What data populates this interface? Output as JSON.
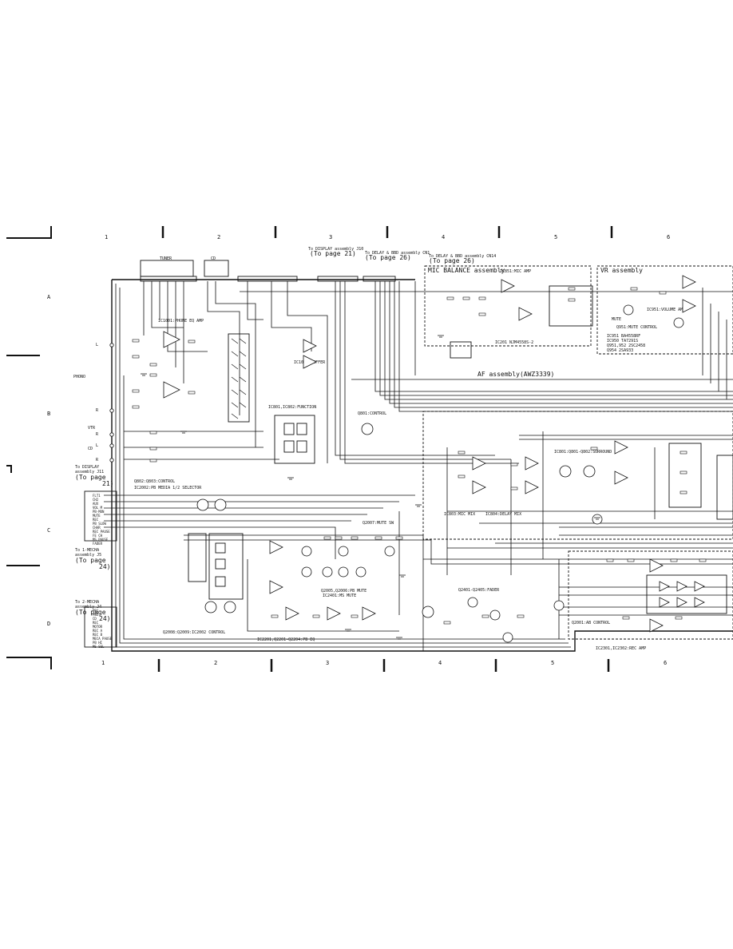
{
  "grid": {
    "columns": [
      "1",
      "2",
      "3",
      "4",
      "5",
      "6"
    ],
    "rows": [
      "A",
      "B",
      "C",
      "D"
    ]
  },
  "off_sheet": {
    "display_j10": [
      "To DISPLAY assembly J10",
      "(To page 21)"
    ],
    "delay_cn1": [
      "To DELAY & BBD assembly CN1",
      "(To page 26)"
    ],
    "delay_cn14": "To DELAY & BBD assembly CN14",
    "delay_page": "(To page 26)",
    "display_left": [
      "To DISPLAY",
      "assembly J11",
      "(To page",
      "21)"
    ],
    "mecha1": [
      "To 1-MECHA",
      "assembly J5",
      "(To page",
      "24)"
    ],
    "mecha2": [
      "To 2-MECHA",
      "assembly J4",
      "(To page",
      "24)"
    ]
  },
  "connectors": {
    "tuner": "TUNER",
    "cd": "CD"
  },
  "inputs": [
    "L",
    "PHONO",
    "R",
    "VTR",
    "R",
    "CD",
    "L",
    "R"
  ],
  "assemblies": {
    "mic_balance": "MIC BALANCE assembly",
    "vr": "VR assembly",
    "af": "AF assembly(AWZ3339)"
  },
  "blocks": {
    "ic1": "IC1001:PHONE EQ AMP",
    "buffer": "IC1003:BUFFER",
    "function": "IC801,IC802:FUNCTION",
    "control": "Q801:CONTROL",
    "mic_amp": "IC851:MIC AMP",
    "ic201": "IC201 NJM4558S-2",
    "volume": "IC951:VOLUME AMP",
    "mute_ctrl": "Q951:MUTE CONTROL",
    "ic_list": [
      "IC951    BA4558RF",
      "IC950    TA7291S",
      "Q951,952 2SC2458",
      "Q954     2SA933"
    ],
    "mute": "MUTE",
    "surround": "IC801:Q801-Q802:SURROUND",
    "q802": "Q802:Q803:CONTROL",
    "selector": "IC2002:PB MEDIA 1/2 SELECTOR",
    "mic_mix": "IC803:MIC MIX",
    "delay_mix": "IC804:DELAY MIX",
    "mute_sw": "Q2007:MUTE SW",
    "pb_mute": "Q2005,Q2006:PB MUTE",
    "rec_mute": "IC2401:MS MUTE",
    "fader": "Q2401-Q2405:FADER",
    "ic2002_ctrl": "Q2008:Q2009:IC2002 CONTROL",
    "eq": "IC2201,Q2201-Q2204:PB EQ",
    "ab_ctrl": "Q2001:AB CONTROL",
    "rec_amp": "IC2301,IC2302:REC AMP"
  },
  "bus_pins": [
    "FLT1",
    "CH2",
    "AUX",
    "VOL M",
    "PB-MON",
    "MUTE",
    "REC",
    "PB SLOW",
    "CHAR",
    "REC PAUSE",
    "FE CH",
    "MS PAUSE",
    "FADER"
  ],
  "mecha_pins": [
    "PB1",
    "PB2",
    "CD",
    "REC",
    "MOTOR",
    "REC A",
    "REC B",
    "MECA PAUSE",
    "PB HI",
    "MS SEL"
  ]
}
